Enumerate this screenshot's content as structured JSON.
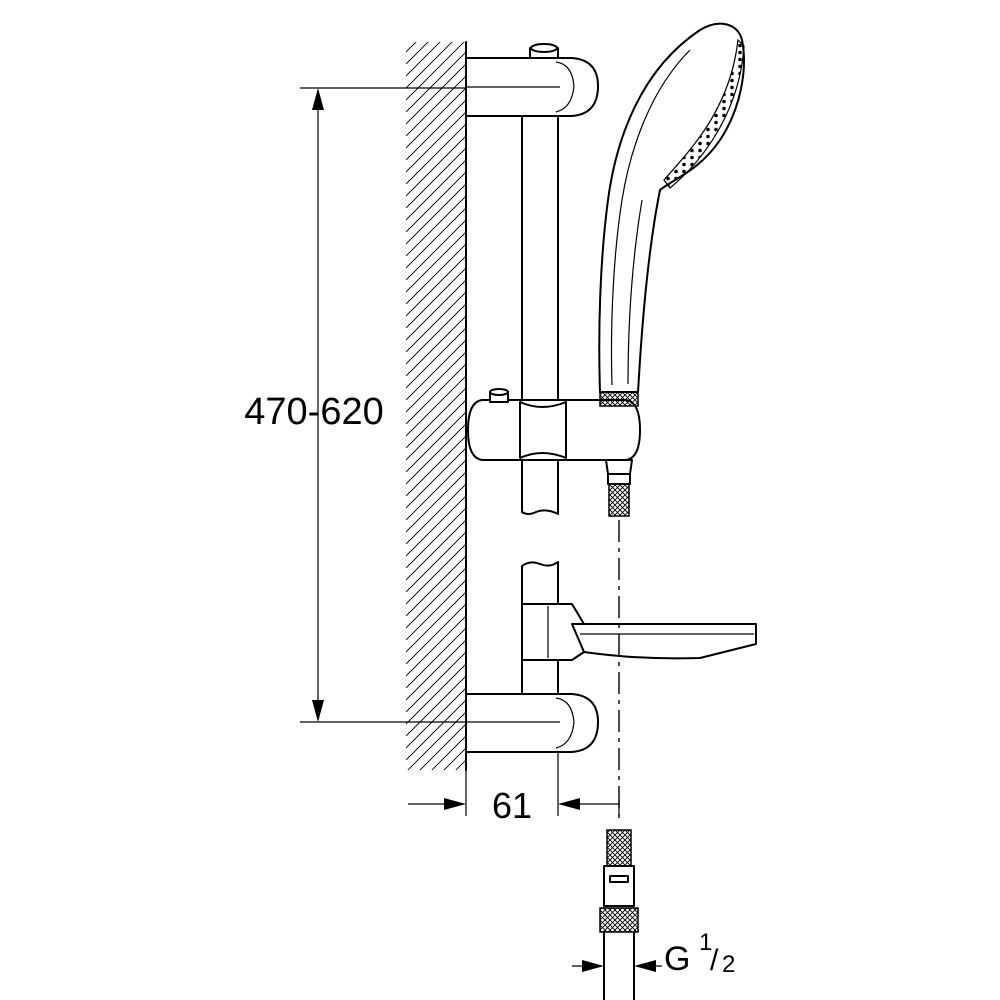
{
  "dimensions": {
    "rail_length": "470-620",
    "wall_distance": "61",
    "thread_main": "G",
    "thread_fraction_num": "1",
    "thread_fraction_den": "2"
  }
}
